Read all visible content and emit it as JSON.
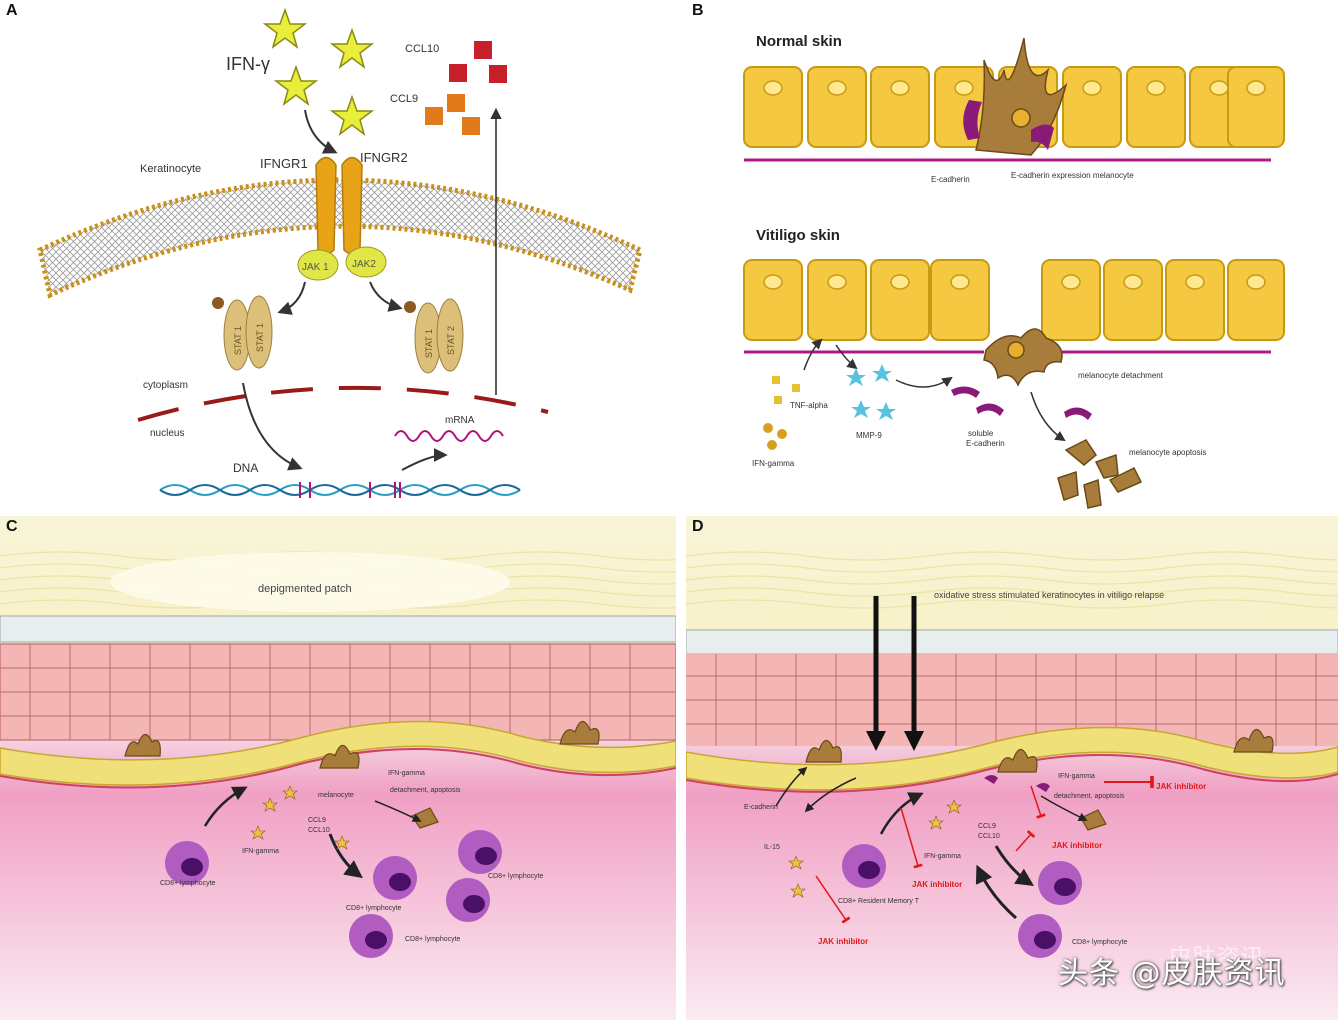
{
  "panels": {
    "a": {
      "letter": "A",
      "ifn_gamma": "IFN-γ",
      "ccl10": "CCL10",
      "ccl9": "CCL9",
      "keratinocyte": "Keratinocyte",
      "ifngr1": "IFNGR1",
      "ifngr2": "IFNGR2",
      "jak1": "JAK 1",
      "jak2": "JAK2",
      "stat1": "STAT 1",
      "stat2": "STAT 2",
      "cytoplasm": "cytoplasm",
      "nucleus": "nucleus",
      "mrna": "mRNA",
      "dna": "DNA"
    },
    "b": {
      "letter": "B",
      "normal_skin": "Normal skin",
      "ecadherin": "E-cadherin",
      "ecadherin_exposure": "E-cadherin expression melanocyte",
      "vitiligo_skin": "Vitiligo skin",
      "tnf_alpha": "TNF-alpha",
      "ifn_gamma": "IFN-gamma",
      "mmp9": "MMP-9",
      "soluble": "soluble",
      "soluble_ecad": "E-cadherin",
      "detachment": "melanocyte detachment",
      "apoptosis": "melanocyte apoptosis"
    },
    "c": {
      "letter": "C",
      "depigmented": "depigmented patch",
      "melanocyte": "melanocyte",
      "ifn_gamma_top": "IFN-gamma",
      "detach_apop": "detachment, apoptosis",
      "ccl9": "CCL9",
      "ccl10": "CCL10",
      "ifn_gamma": "IFN-gamma",
      "cd8_1": "CD8+ lymphocyte",
      "cd8_2": "CD8+ lymphocyte",
      "cd8_3": "CD8+ lymphocyte",
      "cd8_4": "CD8+ lymphocyte"
    },
    "d": {
      "letter": "D",
      "oxidative": "oxidative stress stimulated keratinocytes in vitiligo relapse",
      "ifn_gamma_top": "IFN-gamma",
      "jak_inhib_1": "JAK inhibitor",
      "detach_apop": "detachment, apoptosis",
      "ecadherin": "E-cadherin",
      "il15": "IL-15",
      "ccl9": "CCL9",
      "ccl10": "CCL10",
      "jak_inhib_2": "JAK inhibitor",
      "ifn_gamma": "IFN-gamma",
      "jak_inhib_3": "JAK inhibitor",
      "trm": "CD8+ Resident Memory T",
      "jak_inhib_4": "JAK inhibitor",
      "cd8": "CD8+ lymphocyte"
    }
  },
  "watermark": {
    "text": "头条 @皮肤资讯",
    "faint": "皮肤资讯"
  },
  "colors": {
    "keratinocyte_fill": "#f5c842",
    "keratinocyte_stroke": "#c79a12",
    "receptor": "#e8a317",
    "jak": "#e0e645",
    "stat": "#dcc07a",
    "star": "#e8ee3a",
    "ccl10": "#c8202a",
    "ccl9": "#e07a1a",
    "nucleus_dash": "#9a1a1a",
    "mrna": "#b0127a",
    "basement": "#b01888",
    "ecadherin": "#8a1a78",
    "melanocyte": "#9a7030",
    "mmp9": "#58c2e0",
    "skin_cell": "#f4b6b4",
    "lymphocyte": "#b05cc0",
    "lymph_nucleus": "#4a1066",
    "inhibitor": "#e01818"
  }
}
